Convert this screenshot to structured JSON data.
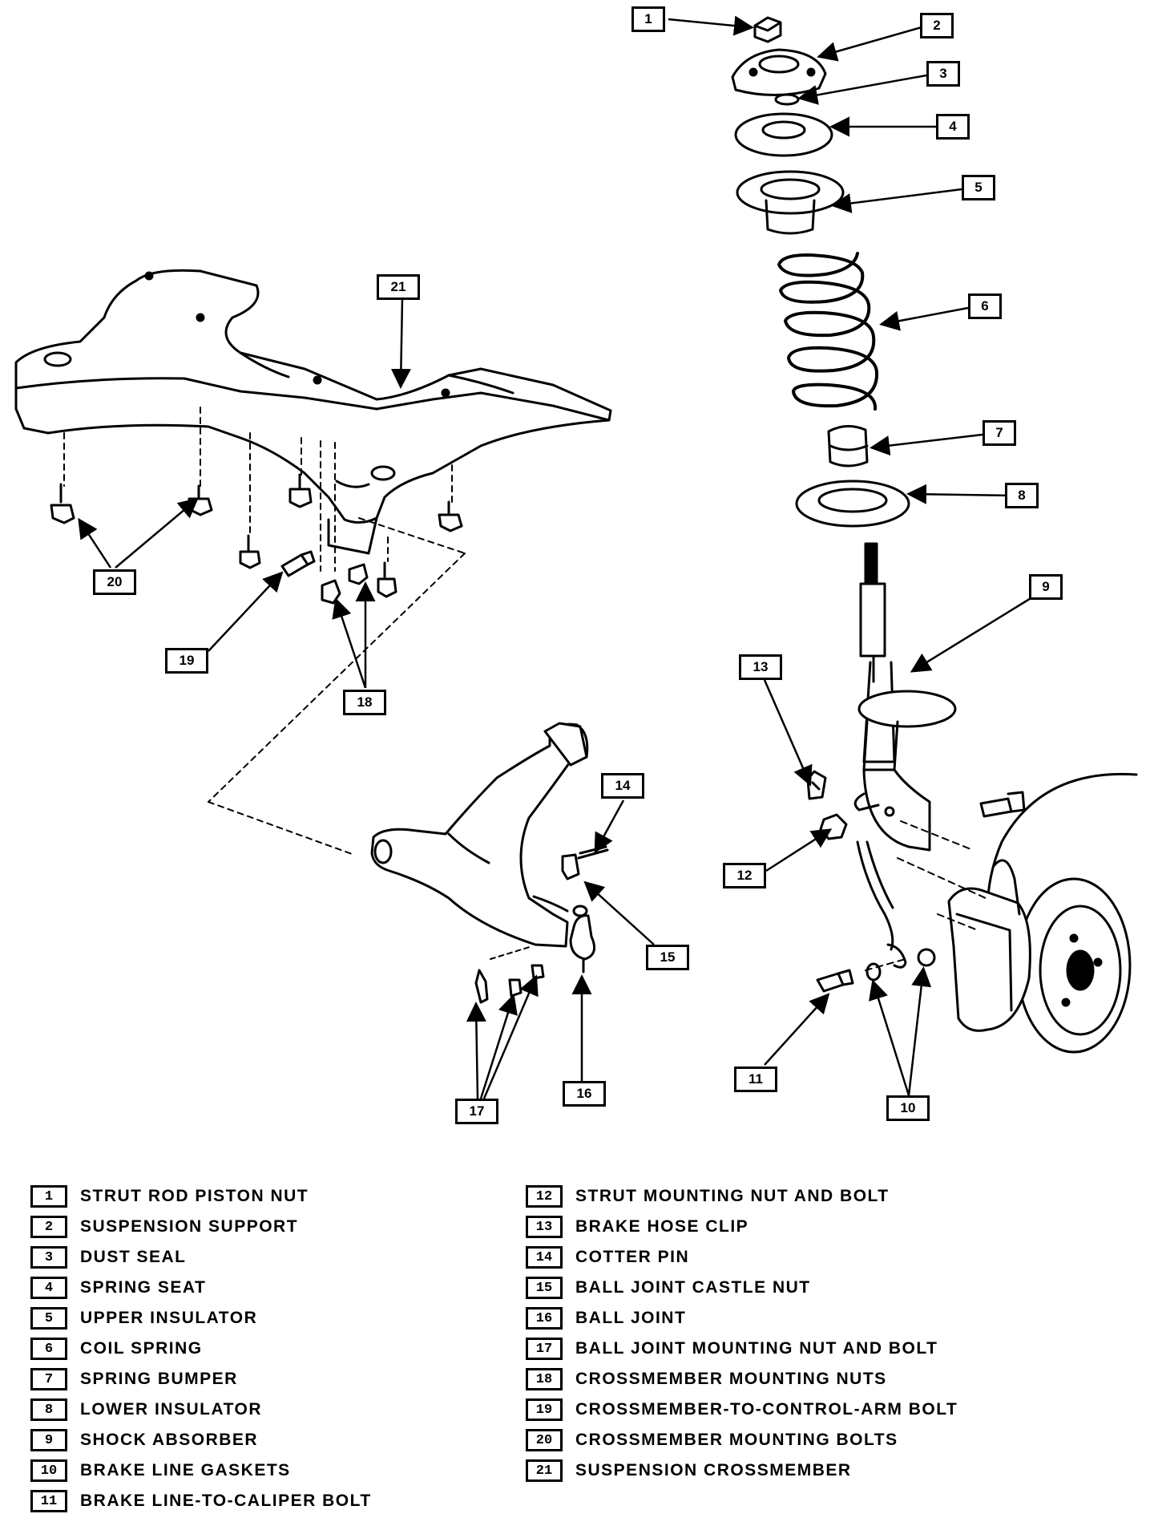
{
  "callouts": [
    "1",
    "2",
    "3",
    "4",
    "5",
    "6",
    "7",
    "8",
    "9",
    "10",
    "11",
    "12",
    "13",
    "14",
    "15",
    "16",
    "17",
    "18",
    "19",
    "20",
    "21"
  ],
  "legend": [
    {
      "num": "1",
      "label": "STRUT ROD PISTON NUT"
    },
    {
      "num": "2",
      "label": "SUSPENSION SUPPORT"
    },
    {
      "num": "3",
      "label": "DUST SEAL"
    },
    {
      "num": "4",
      "label": "SPRING SEAT"
    },
    {
      "num": "5",
      "label": "UPPER INSULATOR"
    },
    {
      "num": "6",
      "label": "COIL SPRING"
    },
    {
      "num": "7",
      "label": "SPRING BUMPER"
    },
    {
      "num": "8",
      "label": "LOWER INSULATOR"
    },
    {
      "num": "9",
      "label": "SHOCK ABSORBER"
    },
    {
      "num": "10",
      "label": "BRAKE LINE GASKETS"
    },
    {
      "num": "11",
      "label": "BRAKE LINE-TO-CALIPER BOLT"
    },
    {
      "num": "12",
      "label": "STRUT MOUNTING NUT AND BOLT"
    },
    {
      "num": "13",
      "label": "BRAKE HOSE CLIP"
    },
    {
      "num": "14",
      "label": "COTTER PIN"
    },
    {
      "num": "15",
      "label": "BALL JOINT CASTLE NUT"
    },
    {
      "num": "16",
      "label": "BALL JOINT"
    },
    {
      "num": "17",
      "label": "BALL JOINT MOUNTING NUT AND BOLT"
    },
    {
      "num": "18",
      "label": "CROSSMEMBER MOUNTING NUTS"
    },
    {
      "num": "19",
      "label": "CROSSMEMBER-TO-CONTROL-ARM BOLT"
    },
    {
      "num": "20",
      "label": "CROSSMEMBER MOUNTING BOLTS"
    },
    {
      "num": "21",
      "label": "SUSPENSION CROSSMEMBER"
    }
  ]
}
